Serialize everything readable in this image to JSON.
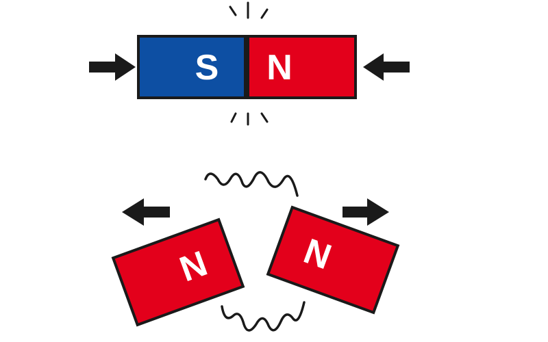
{
  "top_pair": {
    "left_magnet": {
      "pole": "S",
      "color": "#0d4fa3"
    },
    "right_magnet": {
      "pole": "N",
      "color": "#e3001b"
    }
  },
  "bottom_pair": {
    "left_magnet": {
      "pole": "N",
      "color": "#e3001b"
    },
    "right_magnet": {
      "pole": "N",
      "color": "#e3001b"
    }
  },
  "colors": {
    "ink": "#1a1a1a",
    "south": "#0d4fa3",
    "north": "#e3001b"
  }
}
